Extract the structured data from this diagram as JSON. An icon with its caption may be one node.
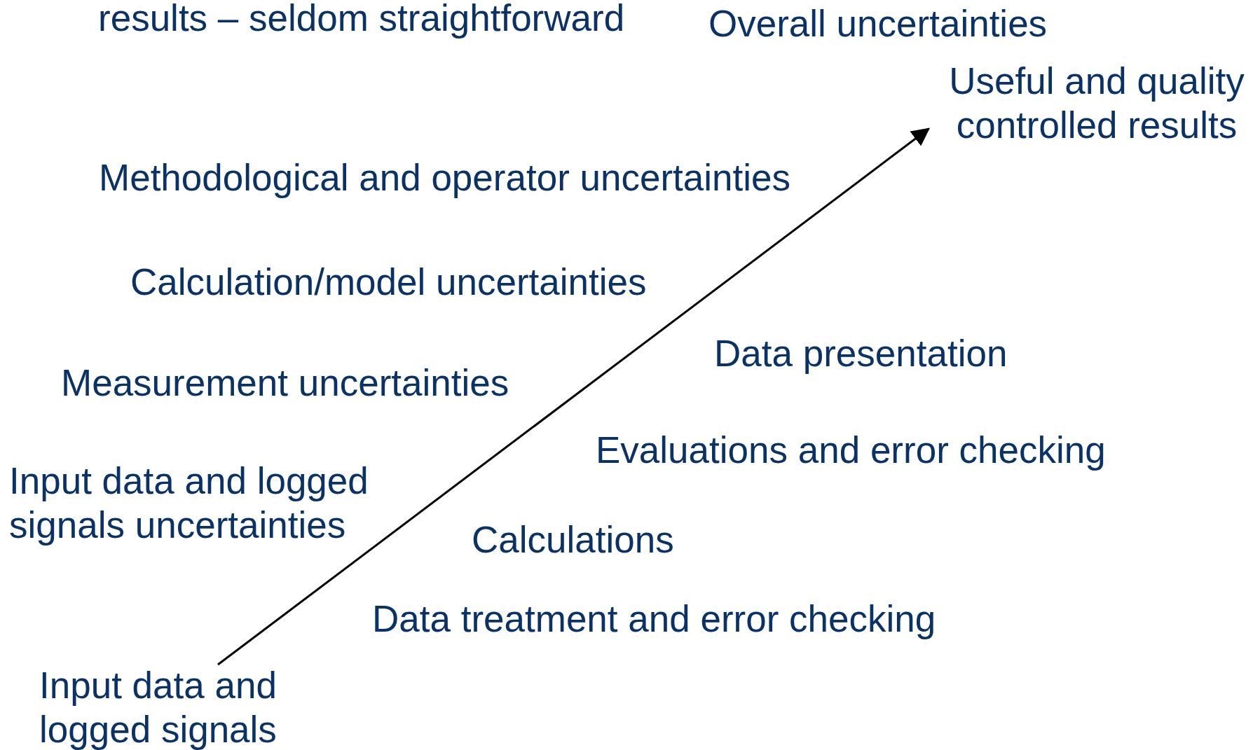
{
  "diagram": {
    "nodes": [
      {
        "text": [
          "Input data and logged signals"
        ]
      },
      {
        "text": [
          "Useful and quality controlled results"
        ]
      }
    ],
    "edges": [
      {
        "from": 0,
        "to": 1,
        "arrow": "to"
      }
    ],
    "labels": [
      "results – seldom straightforward",
      "Overall uncertainties",
      "Methodological and operator uncertainties",
      "Calculation/model uncertainties",
      "Data presentation",
      "Measurement uncertainties",
      "Evaluations and error checking",
      "Input data and logged signals uncertainties",
      "Calculations",
      "Data treatment and error checking"
    ]
  }
}
